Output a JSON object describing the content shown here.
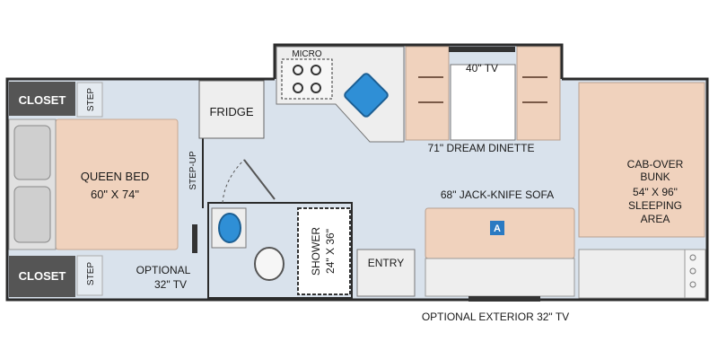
{
  "labels": {
    "closet_top": "CLOSET",
    "closet_bottom": "CLOSET",
    "step_top": "STEP",
    "step_bottom": "STEP",
    "step_up": "STEP-UP",
    "queen_bed_line1": "QUEEN BED",
    "queen_bed_line2": "60\" X 74\"",
    "fridge": "FRIDGE",
    "micro": "MICRO",
    "tv_40": "40\" TV",
    "dinette": "71\" DREAM DINETTE",
    "sofa": "68\" JACK-KNIFE SOFA",
    "sofa_badge": "A",
    "bunk_line1": "CAB-OVER",
    "bunk_line2": "BUNK",
    "bunk_line3": "54\" X 96\"",
    "bunk_line4": "SLEEPING",
    "bunk_line5": "AREA",
    "shower_line1": "SHOWER",
    "shower_line2": "24\" X 36\"",
    "entry": "ENTRY",
    "optional_tv_line1": "OPTIONAL",
    "optional_tv_line2": "32\" TV",
    "optional_exterior_tv": "OPTIONAL EXTERIOR 32\" TV"
  },
  "colors": {
    "floor": "#d9e2ec",
    "wall": "#2b2b2b",
    "wood": "#f0d2bd",
    "closet": "#555555",
    "fixture": "#eeeeee",
    "sink_blue": "#2f8fd6",
    "badge": "#2a7ac2"
  },
  "icons": [
    "stove-burner-icon",
    "sink-icon",
    "toilet-icon",
    "door-swing-icon",
    "seat-belt-icon"
  ]
}
